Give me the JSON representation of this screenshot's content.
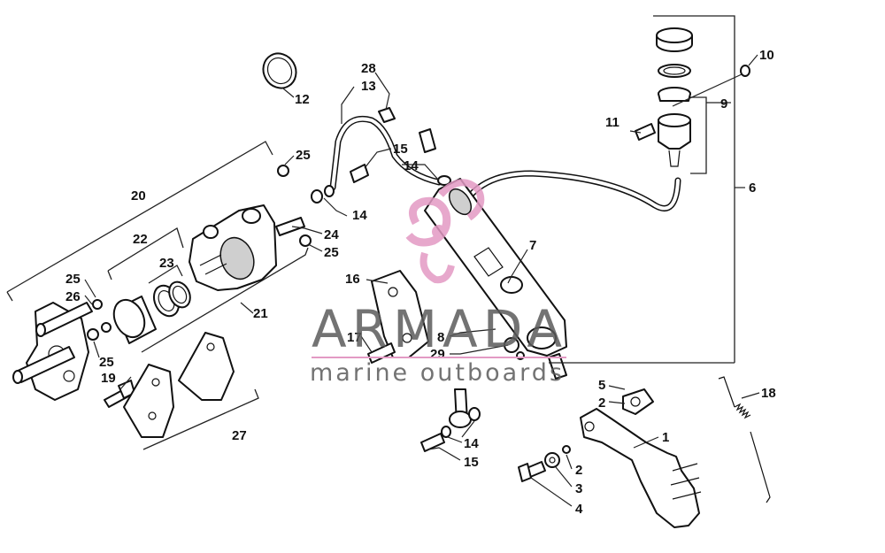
{
  "callouts": {
    "c1": "1",
    "c2a": "2",
    "c2b": "2",
    "c3": "3",
    "c4": "4",
    "c5": "5",
    "c6": "6",
    "c7": "7",
    "c8": "8",
    "c9": "9",
    "c10": "10",
    "c11": "11",
    "c12": "12",
    "c13": "13",
    "c14a": "14",
    "c14b": "14",
    "c14c": "14",
    "c15a": "15",
    "c15b": "15",
    "c16": "16",
    "c17": "17",
    "c18": "18",
    "c19": "19",
    "c20": "20",
    "c21": "21",
    "c22": "22",
    "c23": "23",
    "c24": "24",
    "c25a": "25",
    "c25b": "25",
    "c25c": "25",
    "c25d": "25",
    "c26": "26",
    "c27": "27",
    "c28": "28",
    "c29": "29"
  },
  "watermark": {
    "name": "ARMADA",
    "tagline": "marine outboards",
    "color": "#e39ac4",
    "text_color": "#5b5b5b"
  }
}
